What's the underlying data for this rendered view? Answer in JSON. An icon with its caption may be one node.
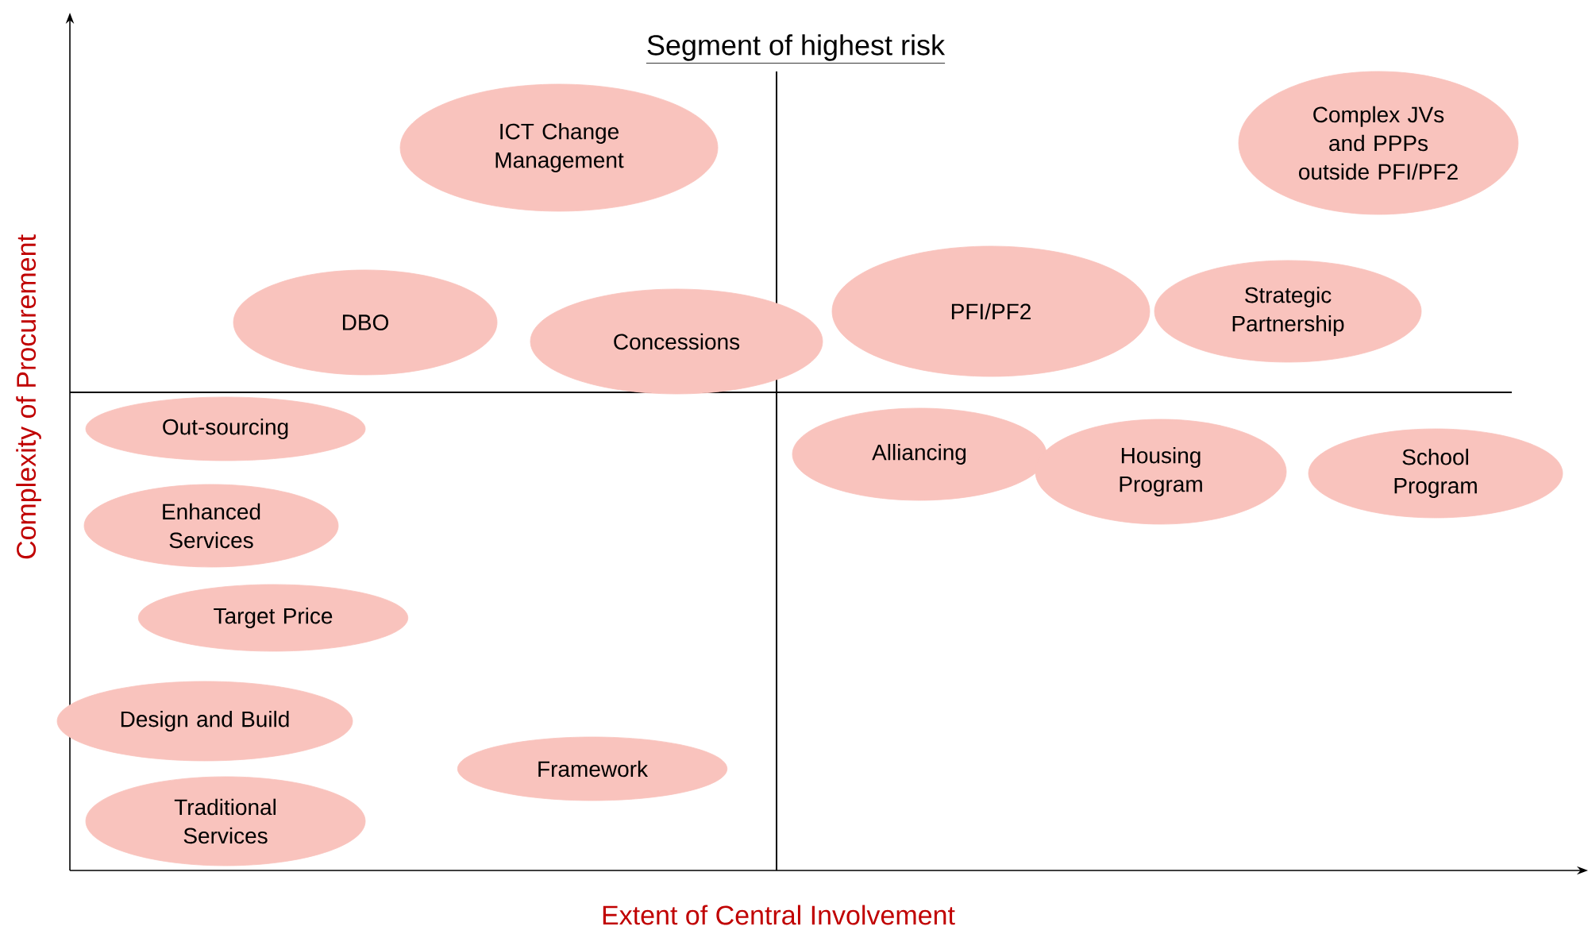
{
  "diagram": {
    "title": "Segment of highest risk",
    "nodes": [
      {
        "text": [
          "ICT Change Management"
        ]
      },
      {
        "text": [
          "Complex JVs and PPPs outside PFI/PF2"
        ]
      },
      {
        "text": [
          "DBO"
        ]
      },
      {
        "text": [
          "Concessions"
        ]
      },
      {
        "text": [
          "PFI/PF2"
        ]
      },
      {
        "text": [
          "Strategic Partnership"
        ]
      },
      {
        "text": [
          "Out-sourcing"
        ]
      },
      {
        "text": [
          "Alliancing"
        ]
      },
      {
        "text": [
          "Housing Program"
        ]
      },
      {
        "text": [
          "School Program"
        ]
      },
      {
        "text": [
          "Enhanced Services"
        ]
      },
      {
        "text": [
          "Target Price"
        ]
      },
      {
        "text": [
          "Design and Build"
        ]
      },
      {
        "text": [
          "Framework"
        ]
      },
      {
        "text": [
          "Traditional Services"
        ]
      }
    ],
    "labels": [
      "Complexity of Procurement",
      "Extent of Central Involvement"
    ]
  }
}
